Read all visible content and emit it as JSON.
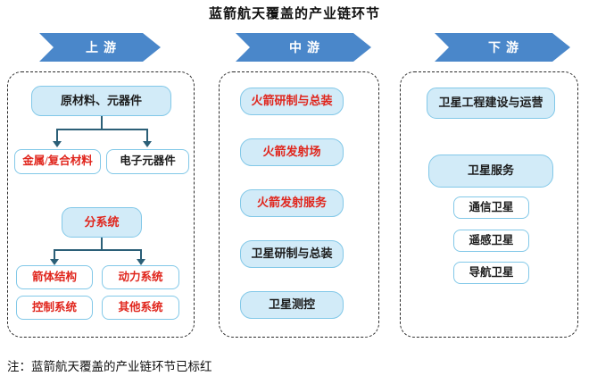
{
  "title": "蓝箭航天覆盖的产业链环节",
  "note": "注：蓝箭航天覆盖的产业链环节已标红",
  "colors": {
    "arrow_blue": "#4a87ca",
    "box_fill": "#d2ebf8",
    "box_border": "#82c8e8",
    "red_text": "#e0251c",
    "connector": "#2b5f77",
    "dashed_border": "#2b2b2b"
  },
  "upstream": {
    "arrow_label": "上游",
    "materials": {
      "parent": {
        "label": "原材料、元器件",
        "red": false
      },
      "children": [
        {
          "label": "金属/复合材料",
          "red": true
        },
        {
          "label": "电子元器件",
          "red": false
        }
      ]
    },
    "subsystems": {
      "parent": {
        "label": "分系统",
        "red": true
      },
      "children": [
        {
          "label": "箭体结构",
          "red": true
        },
        {
          "label": "动力系统",
          "red": true
        },
        {
          "label": "控制系统",
          "red": true
        },
        {
          "label": "其他系统",
          "red": true
        }
      ]
    }
  },
  "midstream": {
    "arrow_label": "中游",
    "boxes": [
      {
        "label": "火箭研制与总装",
        "red": true
      },
      {
        "label": "火箭发射场",
        "red": true
      },
      {
        "label": "火箭发射服务",
        "red": true
      },
      {
        "label": "卫星研制与总装",
        "red": false
      },
      {
        "label": "卫星测控",
        "red": false
      }
    ]
  },
  "downstream": {
    "arrow_label": "下游",
    "boxes": [
      {
        "label": "卫星工程建设与运营",
        "red": false
      },
      {
        "label": "卫星服务",
        "red": false
      }
    ],
    "satellite_types": [
      {
        "label": "通信卫星",
        "red": false
      },
      {
        "label": "遥感卫星",
        "red": false
      },
      {
        "label": "导航卫星",
        "red": false
      }
    ]
  }
}
